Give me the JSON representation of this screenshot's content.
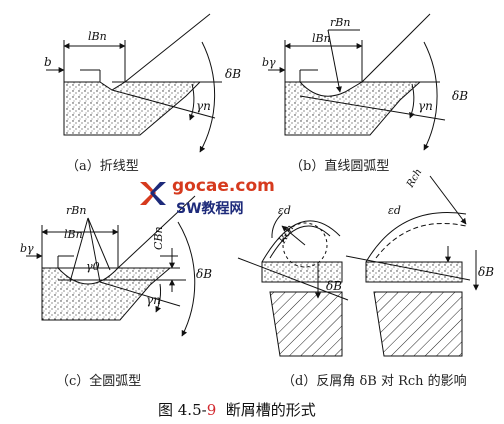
{
  "figure": {
    "title_prefix": "图 4.5-",
    "title_number": "9",
    "title_text": "断屑槽的形式"
  },
  "captions": {
    "a": "（a）折线型",
    "b": "（b）直线圆弧型",
    "c": "（c）全圆弧型",
    "d": "（d）反屑角 δB 对 Rch 的影响"
  },
  "labels": {
    "lBn": "lBn",
    "b": "b",
    "by": "bγ",
    "rBn": "rBn",
    "deltaB": "δB",
    "gamman": "γn",
    "gamma0": "γ0",
    "CBn": "CBn",
    "epsd": "εd",
    "Rch": "Rch"
  },
  "watermark": {
    "site": "gocae.com",
    "brand": "SW教程网"
  },
  "colors": {
    "line": "#111111",
    "watermark_red": "#d63a1e",
    "watermark_blue": "#1d2a7a",
    "title_number": "#d2282e"
  }
}
